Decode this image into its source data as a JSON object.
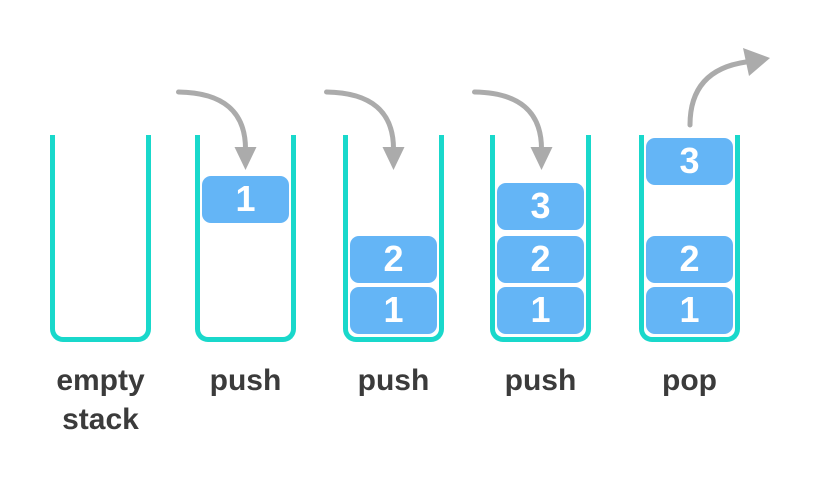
{
  "colors": {
    "background_color": "#ffffff",
    "container_color": "#19d8cb",
    "block_color": "#64b5f6",
    "block_text_color": "#ffffff",
    "arrow_color": "#ababab",
    "label_color": "#3b3b3b"
  },
  "stages": [
    {
      "name": "empty-stack",
      "label": "empty stack",
      "arrow": null,
      "blocks": []
    },
    {
      "name": "push-1",
      "label": "push",
      "arrow": "push-arrow",
      "blocks": [
        {
          "value": "1",
          "slot": "entering"
        }
      ]
    },
    {
      "name": "push-2",
      "label": "push",
      "arrow": "push-arrow",
      "blocks": [
        {
          "value": "2",
          "slot": "level2"
        },
        {
          "value": "1",
          "slot": "level1"
        }
      ]
    },
    {
      "name": "push-3",
      "label": "push",
      "arrow": "push-arrow",
      "blocks": [
        {
          "value": "3",
          "slot": "level3"
        },
        {
          "value": "2",
          "slot": "level2"
        },
        {
          "value": "1",
          "slot": "level1"
        }
      ]
    },
    {
      "name": "pop",
      "label": "pop",
      "arrow": "pop-arrow",
      "blocks": [
        {
          "value": "3",
          "slot": "leaving"
        },
        {
          "value": "2",
          "slot": "level2"
        },
        {
          "value": "1",
          "slot": "level1"
        }
      ]
    }
  ]
}
